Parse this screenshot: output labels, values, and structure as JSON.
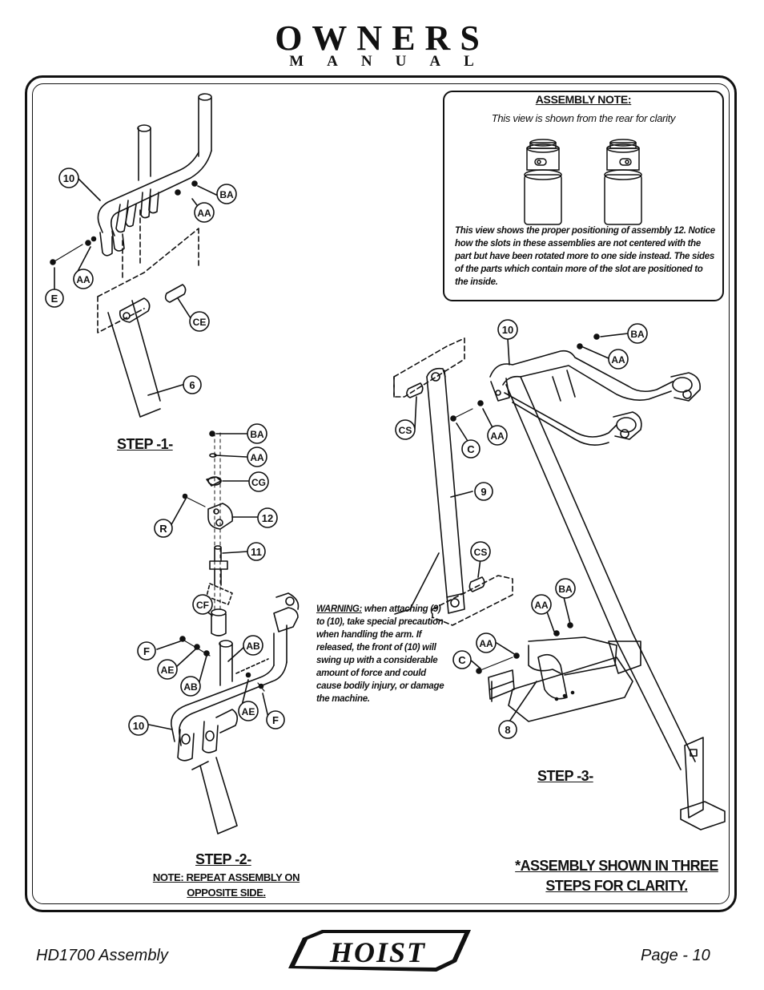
{
  "header": {
    "title": "OWNERS",
    "subtitle": "MANUAL"
  },
  "assembly_note": {
    "title": "ASSEMBLY NOTE:",
    "subtitle": "This view is shown from the rear for clarity",
    "body": "This view shows the proper positioning of assembly 12. Notice how the slots in these assemblies are not centered with the part but have been rotated more to one side instead. The sides of the parts which contain more of the slot are positioned to the inside."
  },
  "steps": {
    "step1": "STEP -1-",
    "step2": "STEP -2-",
    "step2_note_line1": "NOTE: REPEAT ASSEMBLY ON",
    "step2_note_line2": "OPPOSITE SIDE.",
    "step3": "STEP -3-"
  },
  "warning": {
    "label": "WARNING:",
    "text": " when attaching (9) to (10), take special precaution when handling the arm. If released, the front of (10) will swing up with a considerable amount of force and could cause bodily injury, or damage the machine."
  },
  "assembly_shown": {
    "line1": "*ASSEMBLY SHOWN IN THREE",
    "line2": "STEPS FOR CLARITY."
  },
  "callouts": {
    "step1": [
      "10",
      "BA",
      "AA",
      "AA",
      "E",
      "CE",
      "6"
    ],
    "step2": [
      "BA",
      "AA",
      "CG",
      "R",
      "12",
      "11",
      "CF",
      "F",
      "AE",
      "AB",
      "AB",
      "AE",
      "F",
      "10"
    ],
    "step3": [
      "10",
      "BA",
      "AA",
      "CS",
      "AA",
      "C",
      "9",
      "CS",
      "BA",
      "AA",
      "AA",
      "C",
      "8"
    ]
  },
  "footer": {
    "left": "HD1700 Assembly",
    "logo_text": "HOIST",
    "right": "Page - 10"
  }
}
